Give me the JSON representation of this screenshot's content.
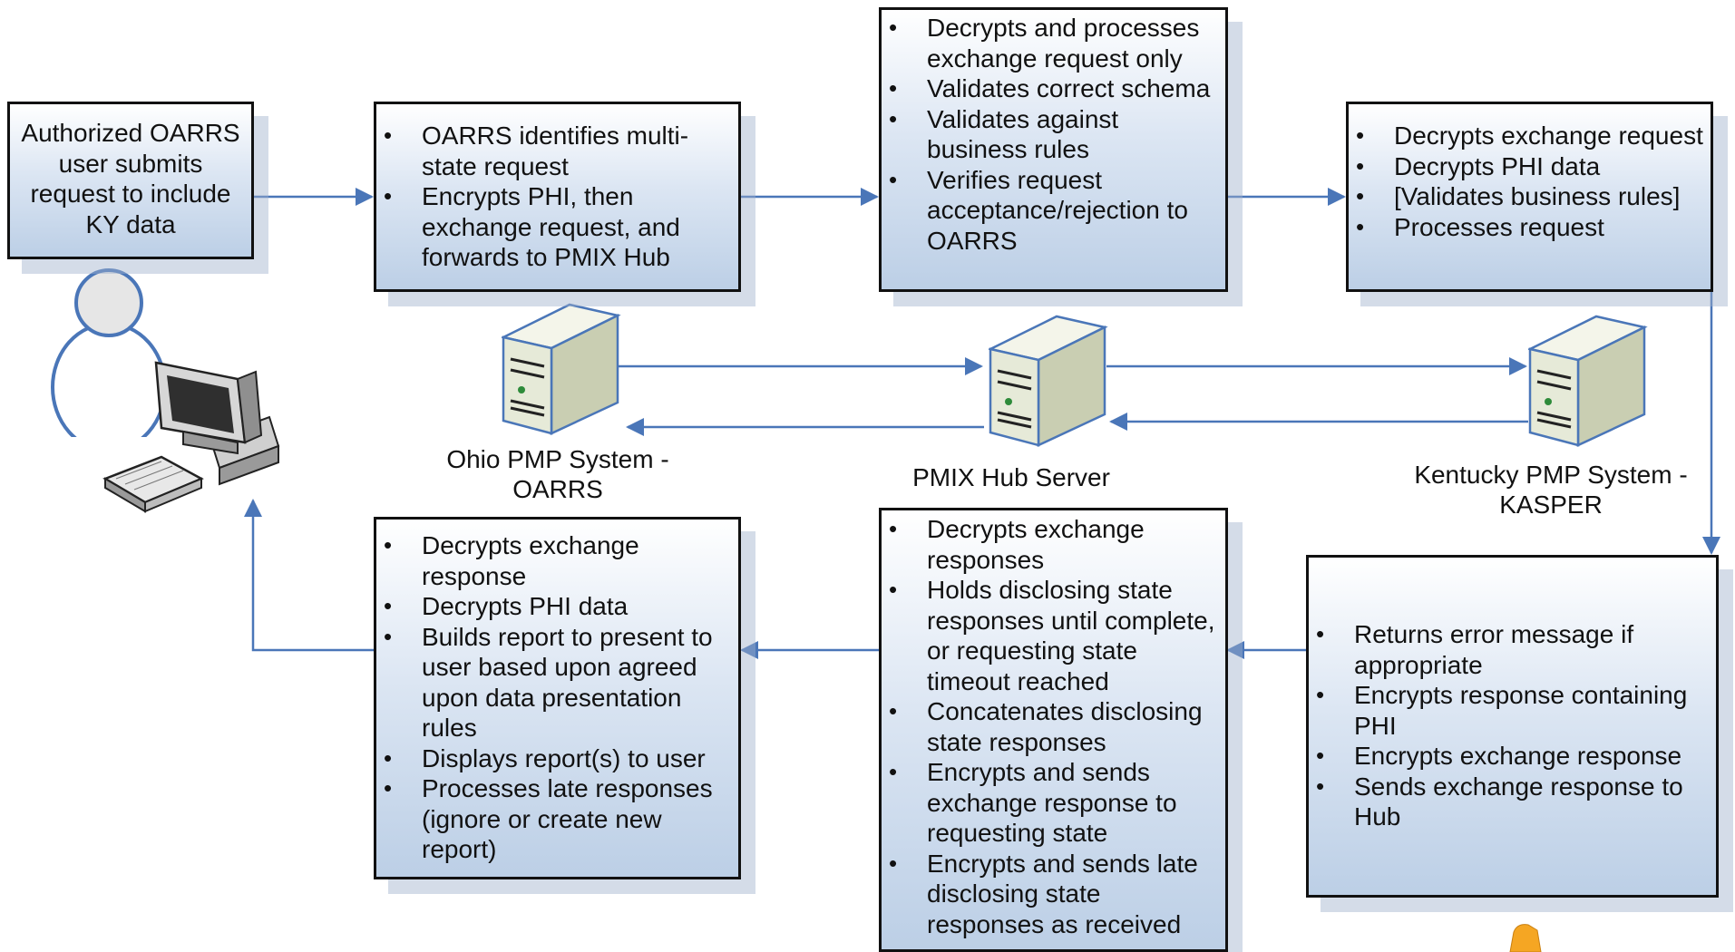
{
  "colors": {
    "arrow": "#4a76b8",
    "box_border": "#111111",
    "box_fill_top": "#ffffff",
    "box_fill_bottom": "#bccfe6",
    "server_body": "#e6ead8",
    "server_edge": "#4a76b8",
    "user_stroke": "#4a76b8"
  },
  "icons": {
    "user": "user-person-icon",
    "computer": "desktop-computer-icon",
    "server": "server-tower-icon"
  },
  "boxes": {
    "user_request": {
      "text": "Authorized OARRS user submits request to include KY data"
    },
    "oarrs_send": {
      "items": [
        "OARRS identifies multi-state request",
        "Encrypts PHI, then exchange request, and forwards to PMIX Hub"
      ]
    },
    "hub_request": {
      "items": [
        "Decrypts and processes exchange request only",
        "Validates correct schema",
        "Validates against business rules",
        "Verifies request acceptance/rejection to OARRS"
      ]
    },
    "kasper_request": {
      "items": [
        "Decrypts exchange request",
        "Decrypts PHI data",
        "[Validates business rules]",
        "Processes request"
      ]
    },
    "kasper_response": {
      "items": [
        "Returns error message if appropriate",
        "Encrypts response containing PHI",
        "Encrypts exchange response",
        "Sends exchange response to Hub"
      ]
    },
    "hub_response": {
      "items": [
        "Decrypts exchange responses",
        "Holds disclosing state responses until complete, or requesting state timeout reached",
        "Concatenates disclosing state responses",
        "Encrypts and sends exchange response to requesting state",
        "Encrypts and sends late disclosing state responses as received"
      ]
    },
    "oarrs_report": {
      "items": [
        "Decrypts exchange response",
        "Decrypts PHI data",
        "Builds report to present to user based upon agreed upon data presentation rules",
        "Displays report(s) to user",
        "Processes late responses (ignore or create new report)"
      ]
    }
  },
  "servers": {
    "ohio": {
      "label": "Ohio PMP System - OARRS"
    },
    "hub": {
      "label": "PMIX Hub Server"
    },
    "kentucky": {
      "label": "Kentucky PMP System - KASPER"
    }
  }
}
